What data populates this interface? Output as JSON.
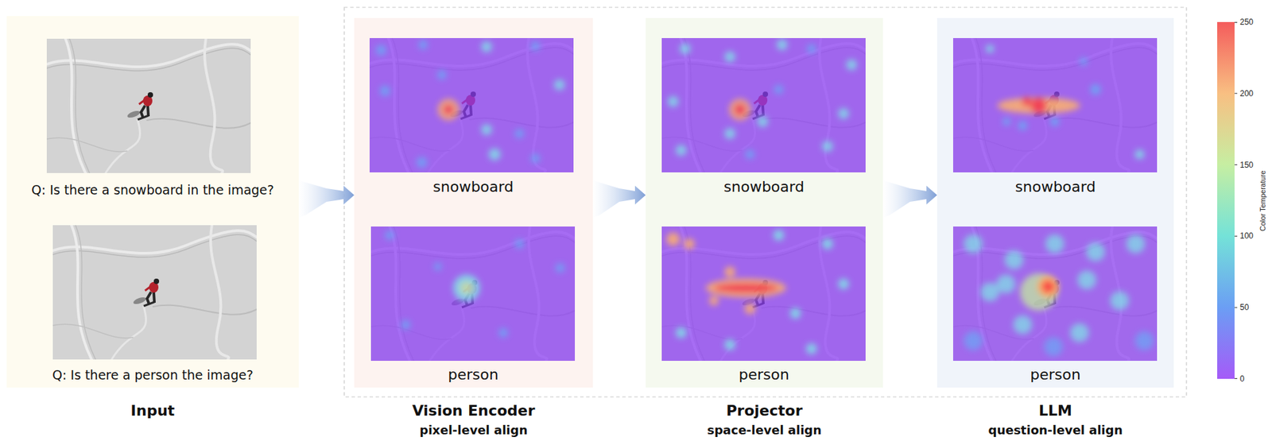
{
  "diagram": {
    "nodes": [
      {
        "text": [
          "Input"
        ]
      },
      {
        "text": [
          "Q: Is there a snowboard in the image?"
        ],
        "in": 0
      },
      {
        "text": [
          "Q: Is there a person the image?"
        ],
        "in": 0
      },
      {
        "text": [
          "Vision Encoder",
          "pixel-level align"
        ]
      },
      {
        "text": [
          "snowboard"
        ],
        "in": 3
      },
      {
        "text": [
          "person"
        ],
        "in": 3
      },
      {
        "text": [
          "Projector",
          "space-level align"
        ]
      },
      {
        "text": [
          "snowboard"
        ],
        "in": 6
      },
      {
        "text": [
          "person"
        ],
        "in": 6
      },
      {
        "text": [
          "LLM",
          "question-level align"
        ]
      },
      {
        "text": [
          "snowboard"
        ],
        "in": 9
      },
      {
        "text": [
          "person"
        ],
        "in": 9
      }
    ],
    "edges": [
      {
        "from": 0,
        "to": 3,
        "arrow": "to"
      },
      {
        "from": 3,
        "to": 6,
        "arrow": "to"
      },
      {
        "from": 6,
        "to": 9,
        "arrow": "to"
      }
    ],
    "labels": [
      "250",
      "200",
      "150",
      "100",
      "50",
      "0",
      "Color Temperature"
    ]
  }
}
